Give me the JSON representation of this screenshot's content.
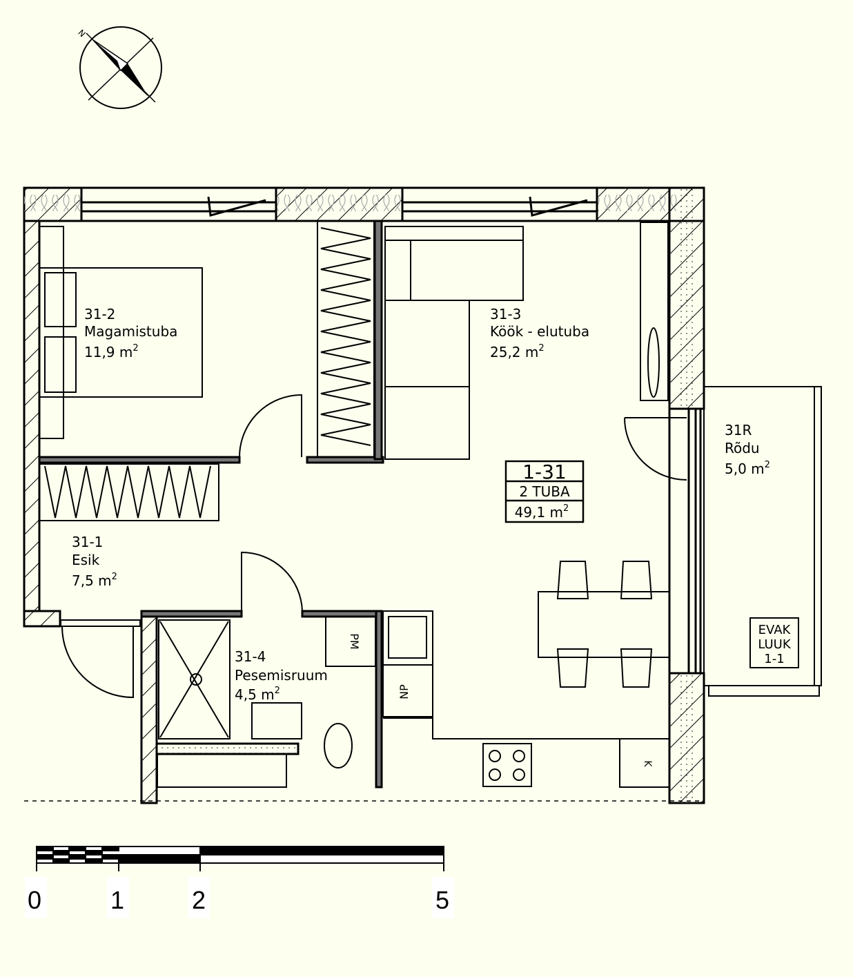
{
  "compass": {
    "north_label": "N"
  },
  "apartment": {
    "number": "1-31",
    "type": "2 TUBA",
    "area": "49,1 m",
    "area_sup": "2"
  },
  "rooms": [
    {
      "id": "31-2",
      "name": "Magamistuba",
      "area": "11,9  m",
      "sup": "2"
    },
    {
      "id": "31-3",
      "name": "Köök - elutuba",
      "area": "25,2  m",
      "sup": "2"
    },
    {
      "id": "31R",
      "name": "Rõdu",
      "area": "5,0  m",
      "sup": "2"
    },
    {
      "id": "31-1",
      "name": "Esik",
      "area": "7,5  m",
      "sup": "2"
    },
    {
      "id": "31-4",
      "name": "Pesemisruum",
      "area": "4,5  m",
      "sup": "2"
    }
  ],
  "fixtures": {
    "washer": "PM",
    "dishwasher": "NP",
    "fridge": "K"
  },
  "evac": [
    "EVAK",
    "LUUK",
    "1-1"
  ],
  "scale_bar": {
    "labels": [
      "0",
      "1",
      "2",
      "5"
    ]
  },
  "colors": {
    "background": "#fdffef",
    "lines": "#000000",
    "insulation": "#a8a8a8"
  }
}
